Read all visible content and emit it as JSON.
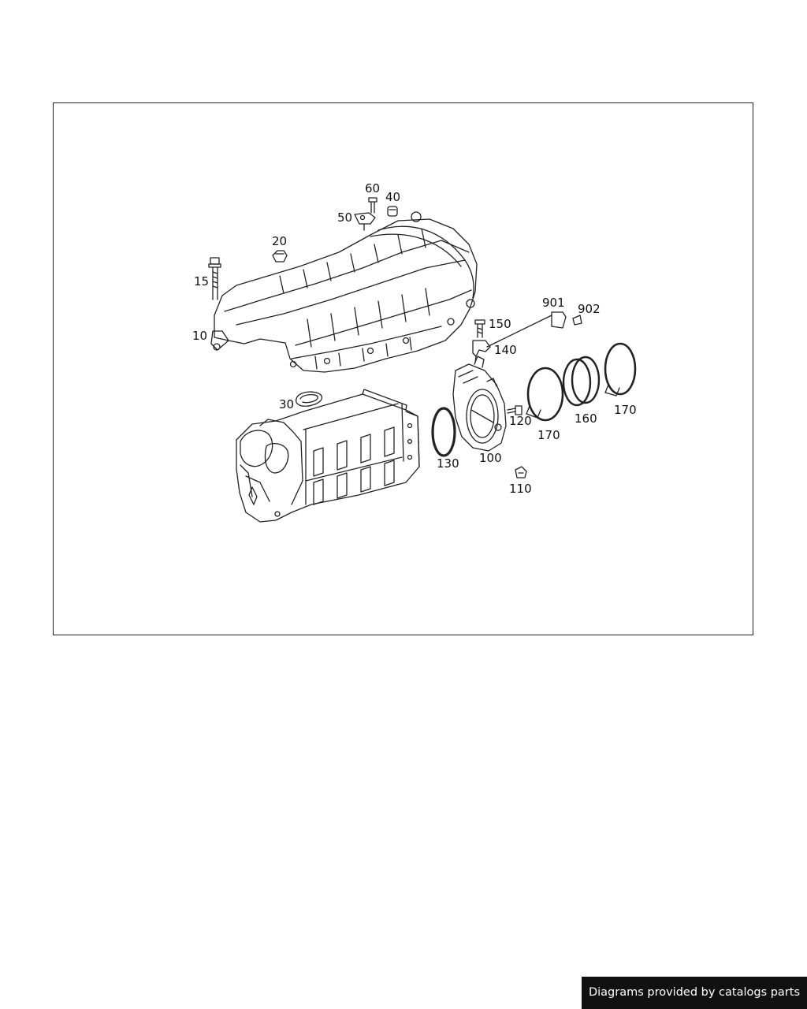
{
  "callouts": {
    "c10": "10",
    "c15": "15",
    "c20": "20",
    "c30": "30",
    "c40": "40",
    "c50": "50",
    "c60": "60",
    "c100": "100",
    "c110": "110",
    "c120": "120",
    "c130": "130",
    "c140": "140",
    "c150": "150",
    "c160": "160",
    "c170a": "170",
    "c170b": "170",
    "c901": "901",
    "c902": "902"
  },
  "footer": {
    "text": "Diagrams provided by catalogs parts"
  }
}
